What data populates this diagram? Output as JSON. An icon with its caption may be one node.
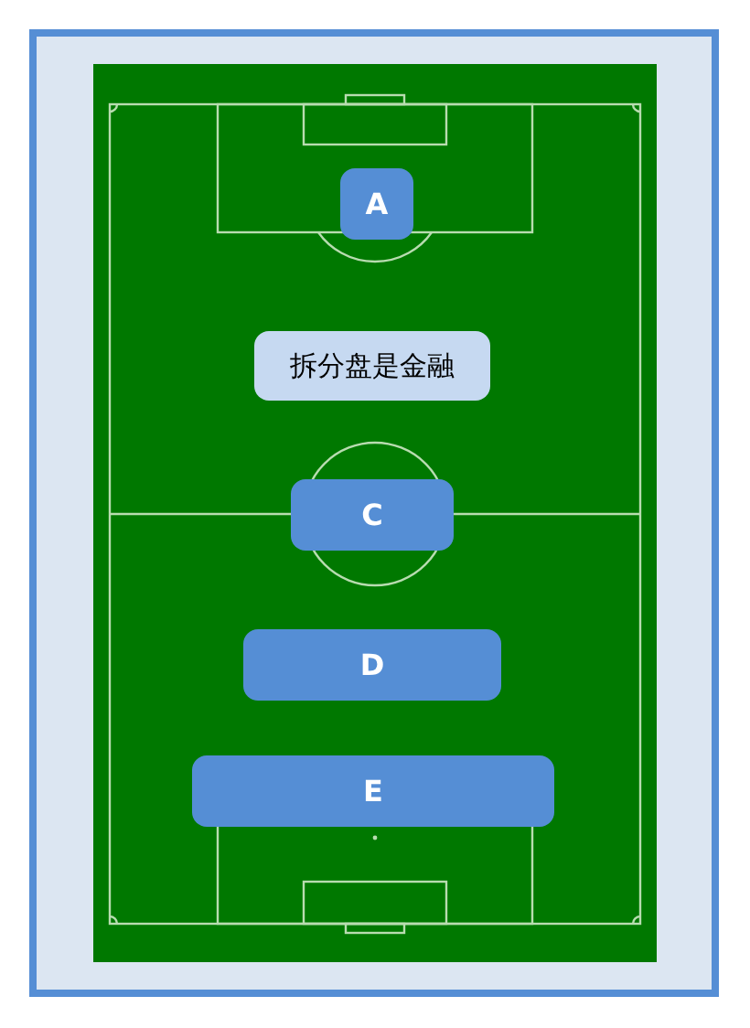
{
  "diagram": {
    "nodes": [
      {
        "text": [
          "A"
        ]
      },
      {
        "text": [
          "拆分盘是金融"
        ]
      },
      {
        "text": [
          "C"
        ]
      },
      {
        "text": [
          "D"
        ]
      },
      {
        "text": [
          "E"
        ]
      }
    ]
  }
}
